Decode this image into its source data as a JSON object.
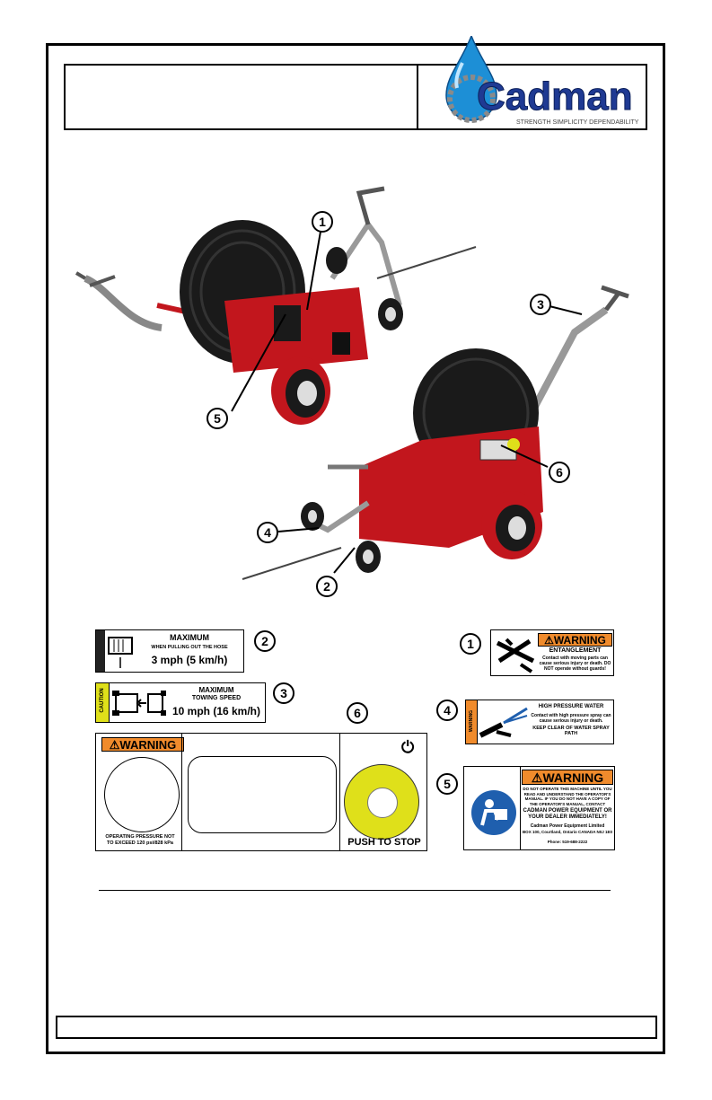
{
  "logo": {
    "brand": "Cadman",
    "tagline": "STRENGTH SIMPLICITY DEPENDABILITY"
  },
  "callouts": [
    "1",
    "2",
    "3",
    "4",
    "5",
    "6"
  ],
  "decals": {
    "d2": {
      "line1": "MAXIMUM",
      "line2": "WHEN PULLING OUT THE HOSE",
      "line3": "3 mph (5 km/h)"
    },
    "d3": {
      "badge": "CAUTION",
      "line1": "MAXIMUM",
      "line2": "TOWING SPEED",
      "line3": "10 mph (16 km/h)"
    },
    "d6": {
      "header": "WARNING",
      "pressure": "OPERATING PRESSURE NOT TO EXCEED 120 psi/828 kPa",
      "stop": "PUSH TO STOP"
    },
    "d1": {
      "header": "WARNING",
      "title": "ENTANGLEMENT",
      "text": "Contact with moving parts can cause serious injury or death. DO NOT operate without guards!"
    },
    "d4": {
      "badge": "WARNING",
      "title": "HIGH PRESSURE WATER",
      "text": "Contact with high pressure spray can cause serious injury or death.",
      "keep": "KEEP CLEAR OF WATER SPRAY PATH"
    },
    "d5": {
      "header": "WARNING",
      "text": "DO NOT OPERATE THIS MACHINE UNTIL YOU READ AND UNDERSTAND THE OPERATOR'S MANUAL. IF YOU DO NOT HAVE A COPY OF THE OPERATOR'S MANUAL, CONTACT",
      "bold": "CADMAN POWER EQUIPMENT OR YOUR DEALER IMMEDIATELY!",
      "company": "Cadman Power Equipment Limited",
      "addr": "BOX 100, Courtland, Ontario CANADA N0J 1E0",
      "phone": "Phone: 519-688-2222"
    }
  },
  "colors": {
    "red": "#c2161d",
    "orange": "#f08b2c",
    "yellow": "#dfe01a",
    "blue": "#1f5fae"
  }
}
